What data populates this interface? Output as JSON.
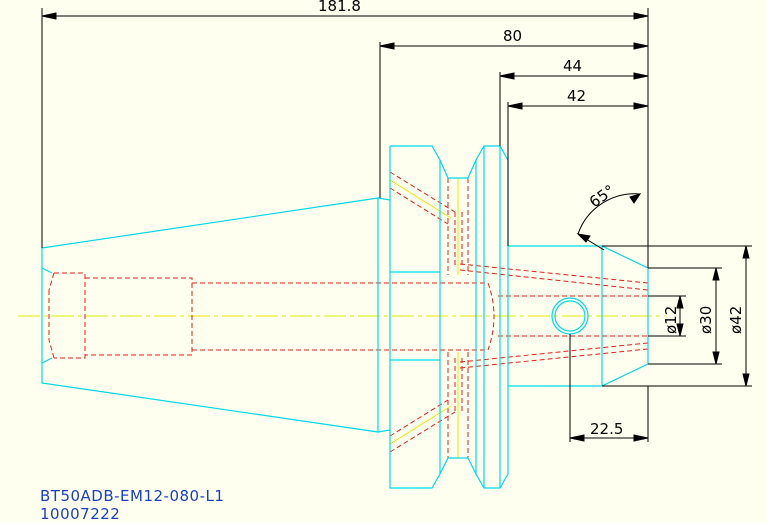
{
  "dimensions": {
    "overall_length": "181.8",
    "flange_to_nose": "80",
    "groove_to_nose": "44",
    "body_to_nose": "42",
    "taper_angle": "65°",
    "bore_diameter": "ø12",
    "nose_inner_diameter": "ø30",
    "nose_outer_diameter": "ø42",
    "hole_offset": "22.5"
  },
  "caption": {
    "part_number": "BT50ADB-EM12-080-L1",
    "item_code": "10007222"
  },
  "colors": {
    "outline": "#00d8e8",
    "hidden": "#e0201a",
    "centerline": "#e8e800",
    "dimension": "#000000",
    "caption": "#1a3fc0",
    "background": "#fffff0"
  }
}
